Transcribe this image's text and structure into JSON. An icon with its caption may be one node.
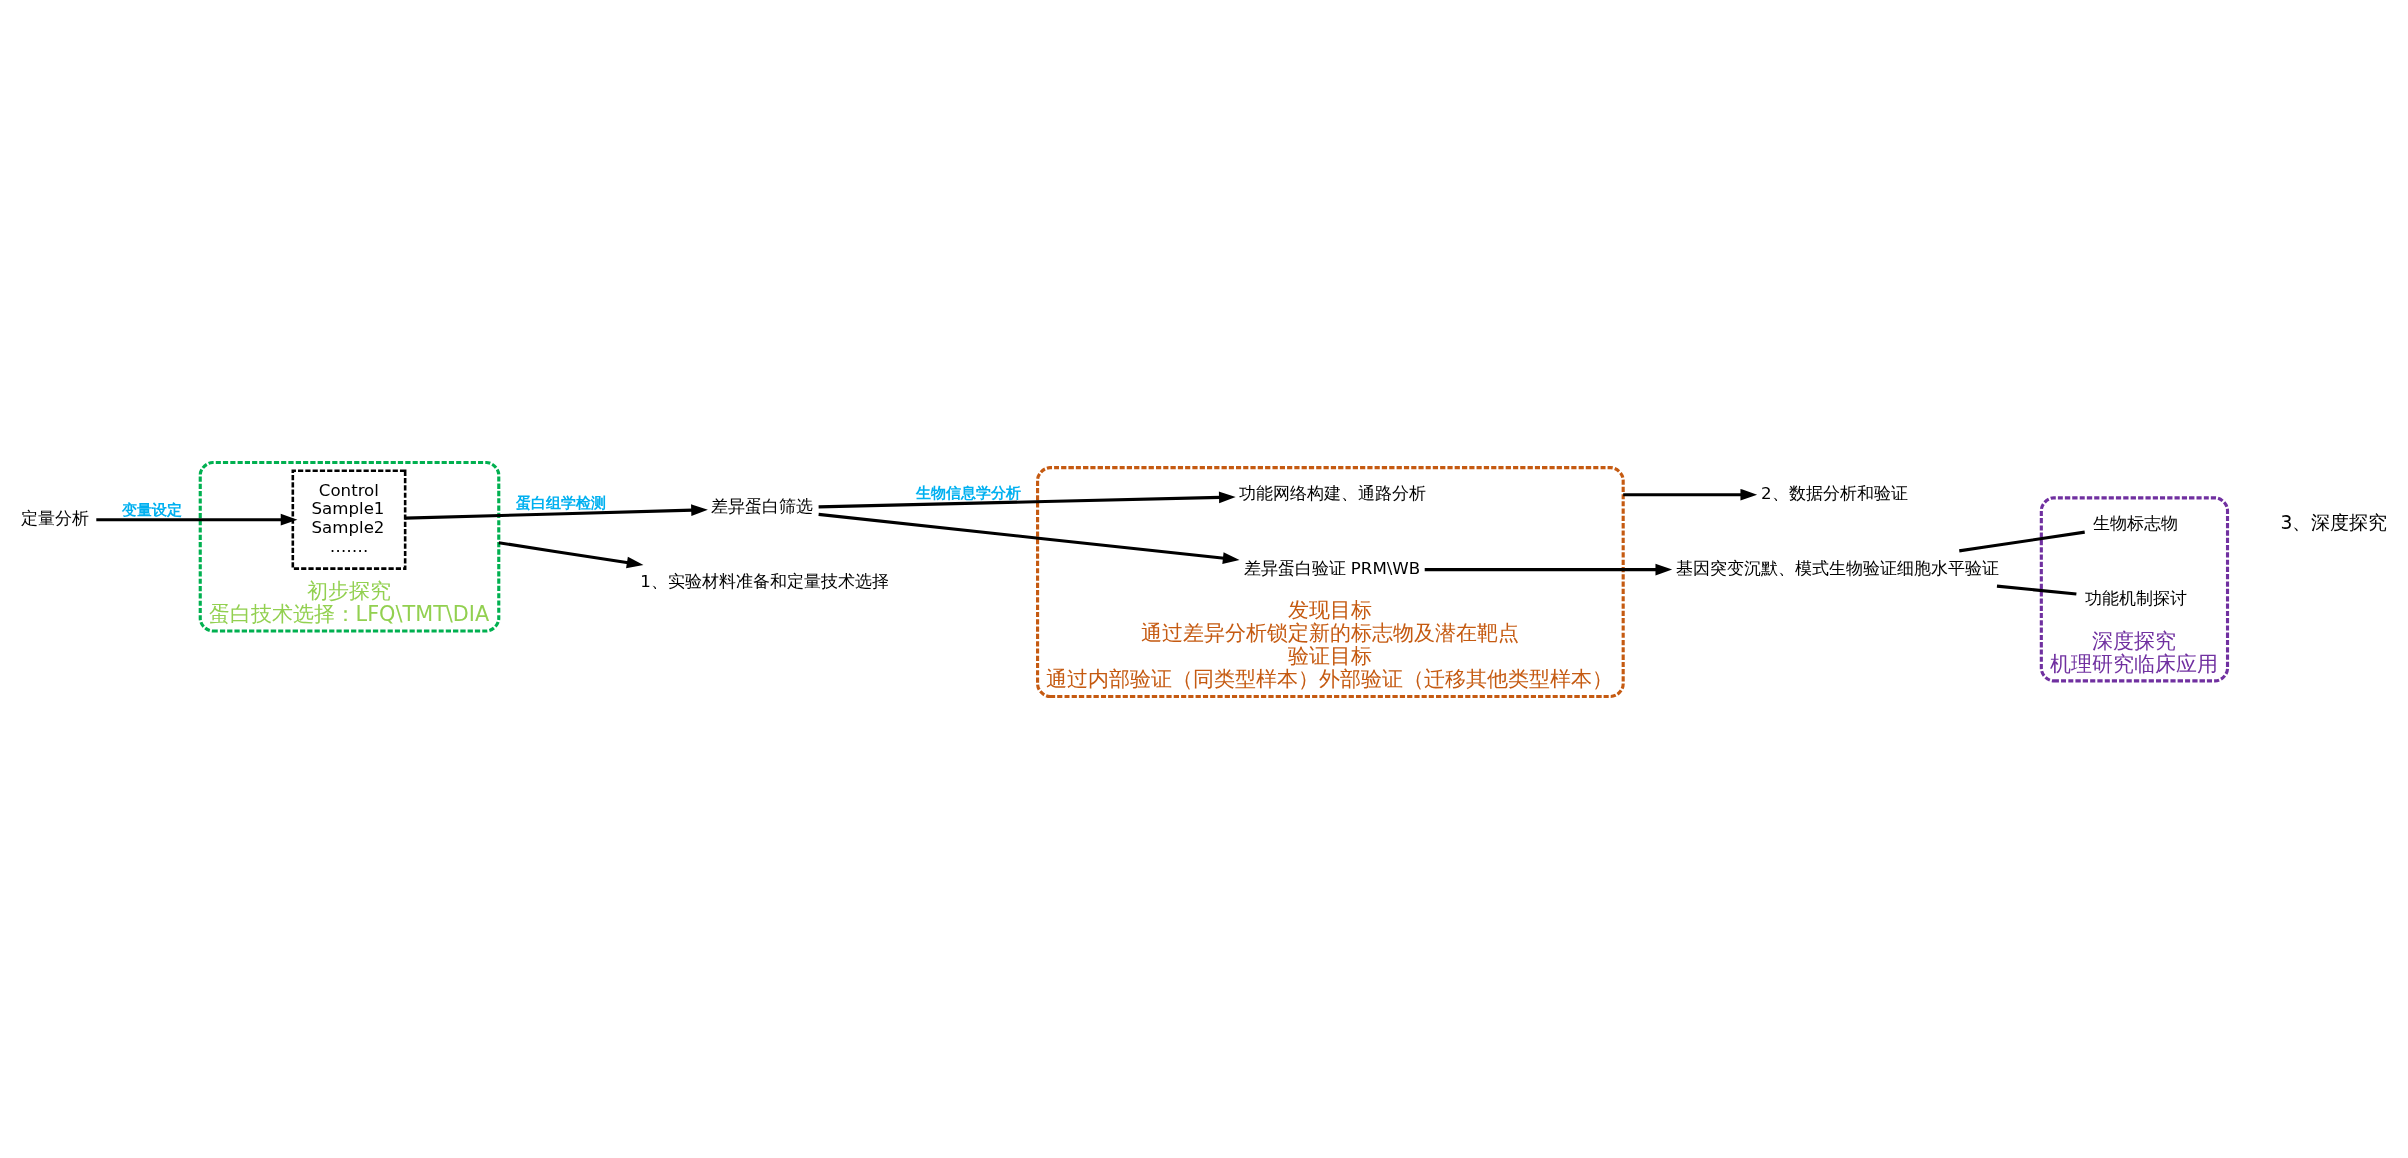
{
  "diagram": {
    "nodes": [
      {
        "text": [
          "定量分析"
        ]
      },
      {
        "text": [
          "初步探究",
          "蛋白技术选择：LFQ\\TMT\\DIA"
        ]
      },
      {
        "text": [
          "Control",
          "Sample1",
          "Sample2",
          "……."
        ],
        "in": 1
      },
      {
        "text": [
          "差异蛋白筛选"
        ]
      },
      {
        "text": [
          "发现目标",
          "通过差异分析锁定新的标志物及潜在靶点",
          "验证目标",
          "通过内部验证（同类型样本）外部验证（迁移其他类型样本）"
        ]
      },
      {
        "text": [
          "功能网络构建、通路分析"
        ],
        "in": 4
      },
      {
        "text": [
          "差异蛋白验证 PRM\\WB"
        ],
        "in": 4
      },
      {
        "text": [
          "深度探究",
          "机理研究临床应用"
        ]
      },
      {
        "text": [
          "基因突变沉默、模式生物验证细胞水平验证"
        ]
      },
      {
        "text": [
          "生物标志物"
        ],
        "in": 7
      },
      {
        "text": [
          "功能机制探讨"
        ],
        "in": 7
      },
      {
        "text": [
          "1、实验材料准备和定量技术选择"
        ]
      },
      {
        "text": [
          "2、数据分析和验证"
        ]
      }
    ],
    "edges": [
      {
        "from": 0,
        "to": 2,
        "arrow": "to",
        "label": "变量设定"
      },
      {
        "from": 2,
        "to": 3,
        "arrow": "to",
        "label": "蛋白组学检测"
      },
      {
        "from": 3,
        "to": 5,
        "arrow": "to",
        "label": "生物信息学分析"
      },
      {
        "from": 3,
        "to": 6,
        "arrow": "to"
      },
      {
        "from": 6,
        "to": 8,
        "arrow": "to"
      },
      {
        "from": 8,
        "to": 9,
        "arrow": "none"
      },
      {
        "from": 8,
        "to": 10,
        "arrow": "none"
      },
      {
        "from": 1,
        "to": 11,
        "arrow": "to"
      },
      {
        "from": 4,
        "to": 12,
        "arrow": "to"
      }
    ],
    "labels": [
      "3、深度探究"
    ]
  }
}
